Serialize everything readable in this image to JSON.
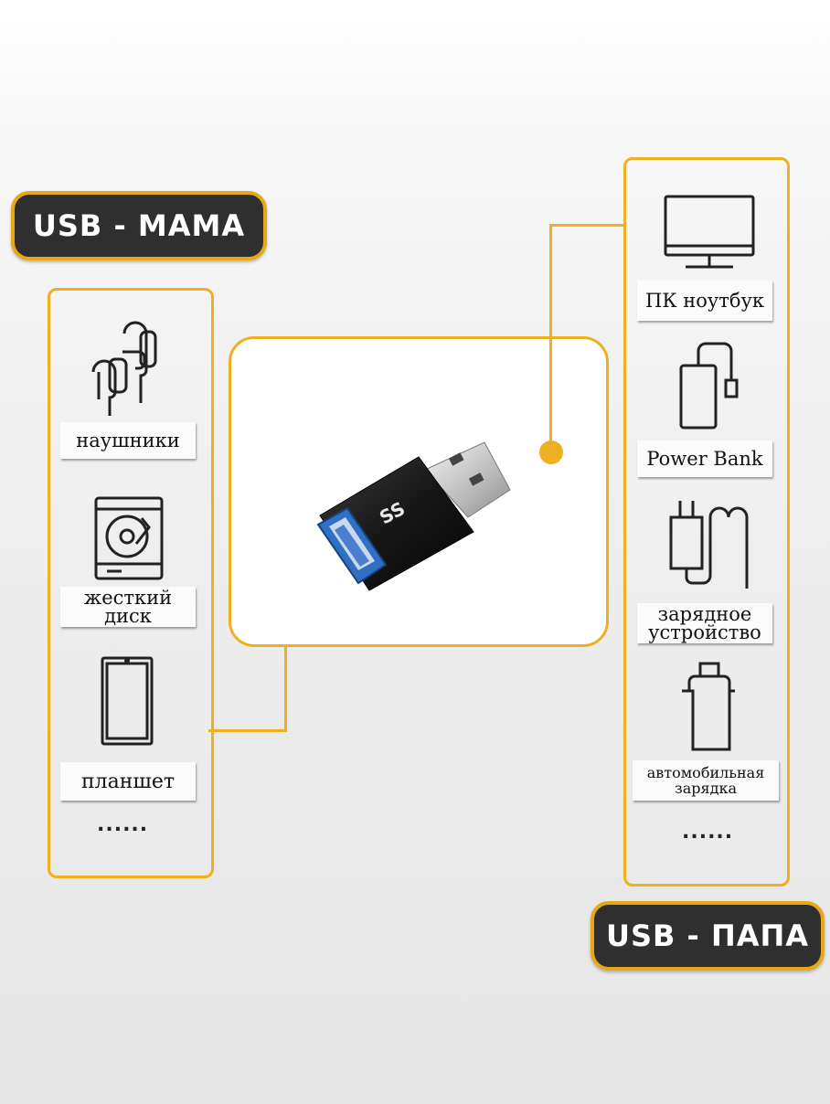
{
  "female_badge": "USB - MAMA",
  "male_badge": "USB - ПАПА",
  "left_items": [
    "наушники",
    "жесткий диск",
    "планшет"
  ],
  "right_items": [
    "ПК ноутбук",
    "Power Bank",
    "зарядное устройство",
    "автомобильная зарядка"
  ],
  "left_more": "......",
  "right_more": "......",
  "adapter_logo": "SS",
  "colors": {
    "accent": "#eeb021",
    "badge_bg": "#2f2f2f",
    "connector_blue": "#2f6fc4"
  }
}
